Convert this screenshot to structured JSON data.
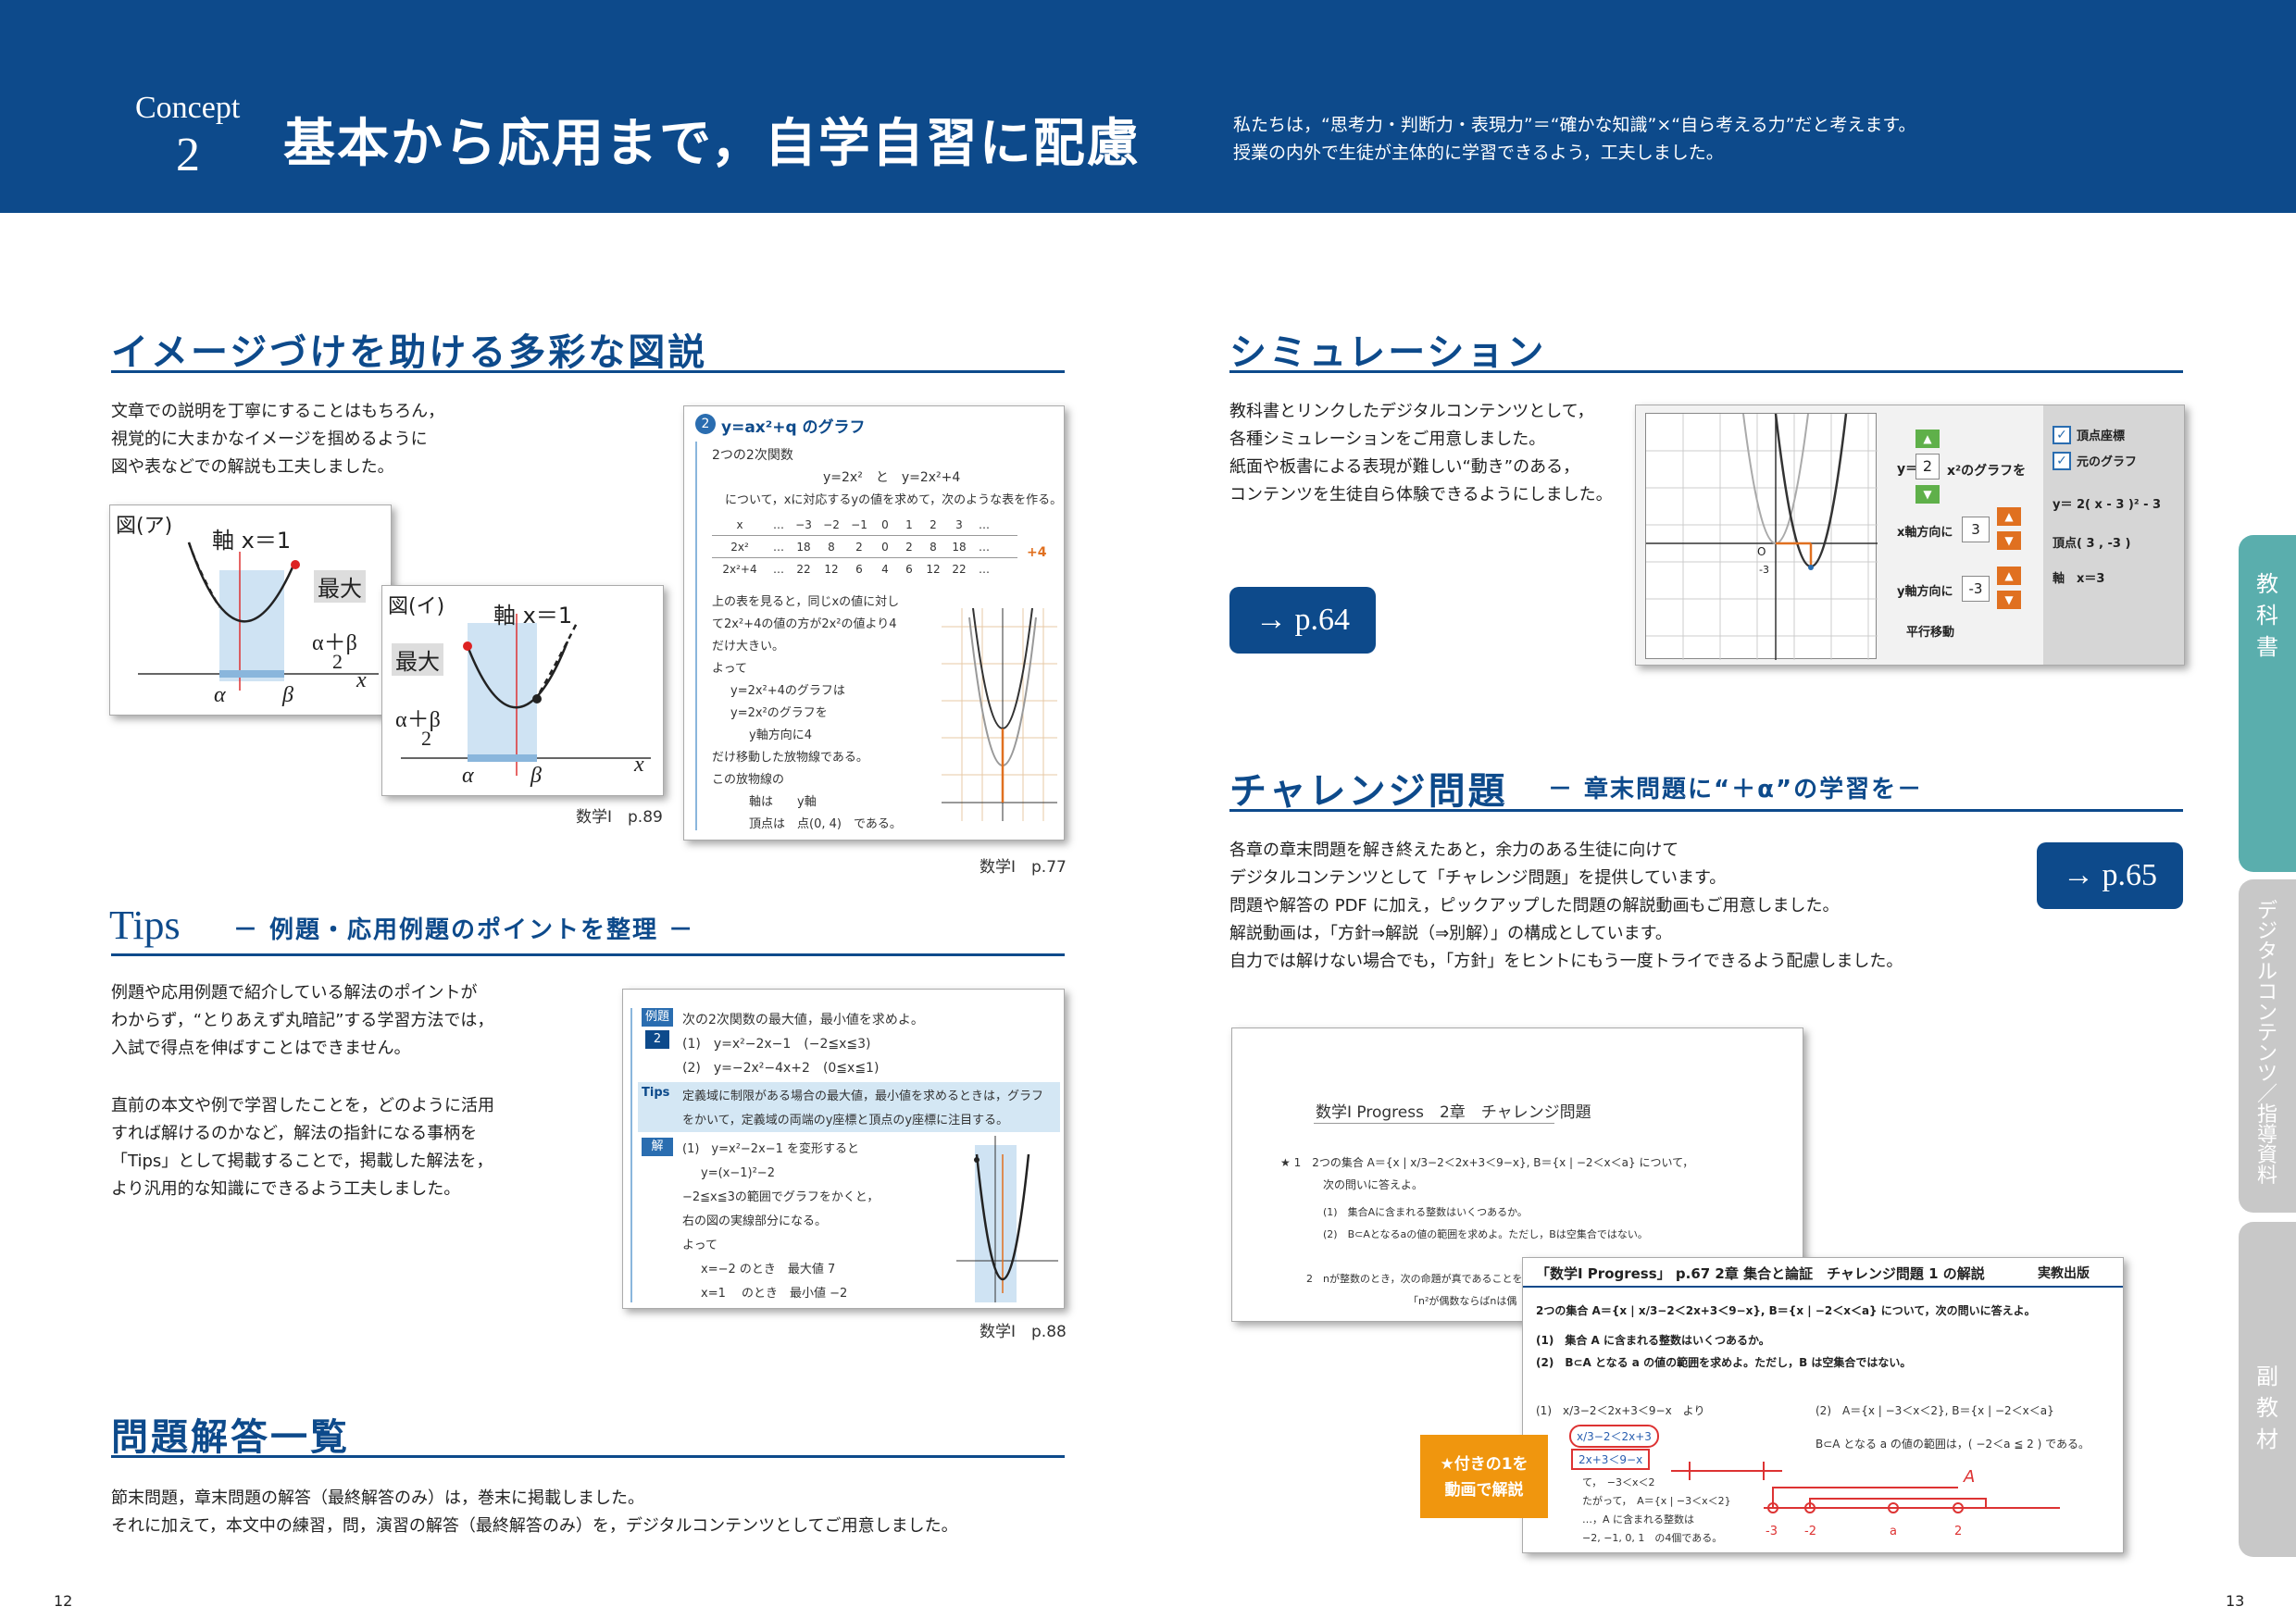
{
  "header": {
    "concept_label": "Concept",
    "concept_number": "2",
    "title": "基本から応用まで，自学自習に配慮",
    "intro_line1": "私たちは，“思考力・判断力・表現力”＝“確かな知識”×“自ら考える力”だと考えます。",
    "intro_line2": "授業の内外で生徒が主体的に学習できるよう，工夫しました。"
  },
  "sections": {
    "imagery": {
      "title": "イメージづけを助ける多彩な図説",
      "body": [
        "文章での説明を丁寧にすることはもちろん，",
        "視覚的に大まかなイメージを掴めるように",
        "図や表などでの解説も工夫しました。"
      ],
      "caption_a": "数学Ⅰ　p.89",
      "caption_b": "数学Ⅰ　p.77",
      "fig_a": {
        "label": "図(ア)",
        "axis": "軸 x＝1",
        "max": "最大",
        "frac_top": "α＋β",
        "frac_bottom": "2",
        "alpha": "α",
        "beta": "β",
        "x": "x"
      },
      "fig_b": {
        "label": "図(イ)",
        "axis": "軸 x＝1",
        "max": "最大",
        "frac_top": "α＋β",
        "frac_bottom": "2",
        "alpha": "α",
        "beta": "β",
        "x": "x"
      },
      "textbook": {
        "heading": "y=ax²+q のグラフ",
        "sub": "2つの2次関数",
        "lines": [
          "y=2x²　と　y=2x²+4",
          "について，xに対応するyの値を求めて，次のような表を作る。"
        ],
        "table_header": [
          "x",
          "…",
          "−3",
          "−2",
          "−1",
          "0",
          "1",
          "2",
          "3",
          "…"
        ],
        "row1": [
          "2x²",
          "…",
          "18",
          "8",
          "2",
          "0",
          "2",
          "8",
          "18",
          "…"
        ],
        "row2": [
          "2x²+4",
          "…",
          "22",
          "12",
          "6",
          "4",
          "6",
          "12",
          "22",
          "…"
        ],
        "plus4": "+4",
        "text": [
          "上の表を見ると，同じxの値に対し",
          "て2x²+4の値の方が2x²の値より4",
          "だけ大きい。",
          "よって",
          "y=2x²+4のグラフは",
          "y=2x²のグラフを",
          "y軸方向に4",
          "だけ移動した放物線である。",
          "この放物線の",
          "軸は　　y軸",
          "頂点は　点(0, 4)　である。"
        ]
      }
    },
    "tips": {
      "title": "Tips",
      "subtitle": "－ 例題・応用例題のポイントを整理 －",
      "body1": [
        "例題や応用例題で紹介している解法のポイントが",
        "わからず，“とりあえず丸暗記”する学習方法では，",
        "入試で得点を伸ばすことはできません。"
      ],
      "body2": [
        "直前の本文や例で学習したことを，どのように活用",
        "すれば解けるのかなど，解法の指針になる事柄を",
        "「Tips」として掲載することで，掲載した解法を，",
        "より汎用的な知識にできるよう工夫しました。"
      ],
      "caption": "数学Ⅰ　p.88",
      "example": {
        "tag": "例題",
        "num": "2",
        "q": "次の2次関数の最大値，最小値を求めよ。",
        "q1": "(1)　y=x²−2x−1　(−2≦x≦3)",
        "q2": "(2)　y=−2x²−4x+2　(0≦x≦1)",
        "tips_tag": "Tips",
        "tips1": "定義域に制限がある場合の最大値，最小値を求めるときは，グラフ",
        "tips2": "をかいて，定義域の両端のy座標と頂点のy座標に注目する。",
        "sol_tag": "解",
        "sol": [
          "(1)　y=x²−2x−1 を変形すると",
          "y=(x−1)²−2",
          "−2≦x≦3の範囲でグラフをかくと，",
          "右の図の実線部分になる。",
          "よって",
          "x=−2 のとき　最大値 7",
          "x=1　 のとき　最小値 −2"
        ]
      }
    },
    "answers": {
      "title": "問題解答一覧",
      "body": [
        "節末問題，章末問題の解答（最終解答のみ）は，巻末に掲載しました。",
        "それに加えて，本文中の練習，問，演習の解答（最終解答のみ）を，デジタルコンテンツとしてご用意しました。"
      ]
    },
    "simulation": {
      "title": "シミュレーション",
      "body": [
        "教科書とリンクしたデジタルコンテンツとして，",
        "各種シミュレーションをご用意しました。",
        "紙面や板書による表現が難しい“動き”のある，",
        "コンテンツを生徒自ら体験できるようにしました。"
      ],
      "button": "→ p.64",
      "panel": {
        "y_label": "y＝",
        "coef": "2",
        "graph_label": "x²のグラフを",
        "x_shift_label": "x軸方向に",
        "x_shift": "3",
        "y_shift_label": "y軸方向に",
        "y_shift": "-3",
        "move": "平行移動",
        "check1": "頂点座標",
        "check2": "元のグラフ",
        "formula": "y＝ 2( x - 3 )² - 3",
        "vertex": "頂点( 3 , -3 )",
        "axis": "軸　x＝3",
        "o": "O",
        "neg3": "-3"
      }
    },
    "challenge": {
      "title": "チャレンジ問題",
      "subtitle": "－ 章末問題に“＋α”の学習を－",
      "body": [
        "各章の章末問題を解き終えたあと，余力のある生徒に向けて",
        "デジタルコンテンツとして「チャレンジ問題」を提供しています。",
        "問題や解答の PDF に加え，ピックアップした問題の解説動画もご用意しました。",
        "解説動画は，「方針⇒解説（⇒別解）」の構成としています。",
        "自力では解けない場合でも，「方針」をヒントにもう一度トライできるよう配慮しました。"
      ],
      "button": "→ p.65",
      "doc": {
        "title": "数学Ⅰ Progress　2章　チャレンジ問題",
        "q1": "★ 1　2つの集合 A＝{x | x/3−2＜2x+3＜9−x}, B＝{x | −2＜x＜a} について，",
        "q1b": "次の問いに答えよ。",
        "q1c": "(1)　集合Aに含まれる整数はいくつあるか。",
        "q1d": "(2)　B⊂Aとなるaの値の範囲を求めよ。ただし，Bは空集合ではない。",
        "q2": "2　nが整数のとき，次の命題が真であることを",
        "q2b": "「n²が偶数ならばnは偶"
      },
      "sol": {
        "header": "「数学Ⅰ Progress」 p.67 2章 集合と論証　チャレンジ問題 1 の解説",
        "brand": "実教出版",
        "l1": "2つの集合 A＝{x | x/3−2＜2x+3＜9−x}, B＝{x | −2＜x＜a} について，次の問いに答えよ。",
        "l2": "(1)　集合 A に含まれる整数はいくつあるか。",
        "l3": "(2)　B⊂A となる a の値の範囲を求めよ。ただし，B は空集合ではない。",
        "l4": "(1)　x/3−2＜2x+3＜9−x　より",
        "l5": "(2)　A＝{x | −3＜x＜2}, B＝{x | −2＜x＜a}",
        "l6": "B⊂A となる a の値の範囲は，( −2＜a ≦ 2 ) である。",
        "l7": "て，　−3＜x＜2",
        "l8": "たがって，　A＝{x | −3＜x＜2}",
        "l9": "…，A に含まれる整数は",
        "l10": "−2, −1, 0, 1　の4個である。",
        "hw1": "x/3−2＜2x+3",
        "hw2": "2x+3＜9−x",
        "hw_a": "A",
        "ticks": [
          "-3",
          "-2",
          "a",
          "2"
        ]
      },
      "badge_line1": "★付きの1を",
      "badge_line2": "動画で解説"
    }
  },
  "tabs": {
    "t1": [
      "教",
      "科",
      "書"
    ],
    "t2": [
      "デ",
      "ジ",
      "タ",
      "ル",
      "コ",
      "ン",
      "テ",
      "ン",
      "ツ",
      "／",
      "指",
      "導",
      "資",
      "料"
    ],
    "t3": [
      "副",
      "教",
      "材"
    ]
  },
  "pages": {
    "left": "12",
    "right": "13"
  }
}
